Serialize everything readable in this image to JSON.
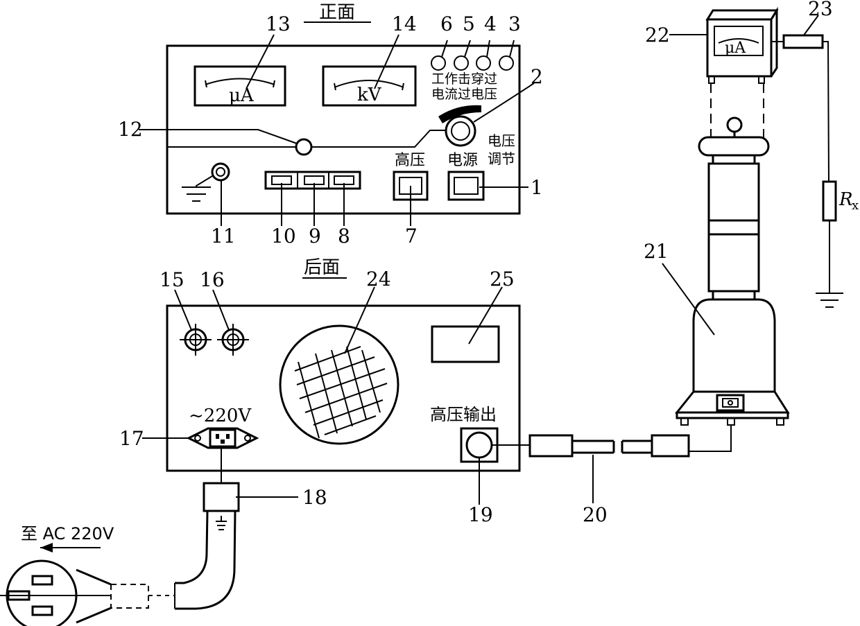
{
  "titles": {
    "front": "正面",
    "back": "后面"
  },
  "front_panel": {
    "meter_left_unit": "μA",
    "meter_right_unit": "kV",
    "indicator_labels_line1": "工作击穿过",
    "indicator_labels_line2": "电流过电压",
    "voltage_adjust_line1": "电压",
    "voltage_adjust_line2": "调节",
    "hv_button_label": "高压",
    "power_button_label": "电源"
  },
  "back_panel": {
    "voltage_label": "~220V",
    "hv_output_label": "高压输出"
  },
  "remote_meter_unit": "μA",
  "resistor_label": "R",
  "resistor_subscript": "x",
  "mains_label": "至 AC 220V",
  "callouts": {
    "c1": "1",
    "c2": "2",
    "c3": "3",
    "c4": "4",
    "c5": "5",
    "c6": "6",
    "c7": "7",
    "c8": "8",
    "c9": "9",
    "c10": "10",
    "c11": "11",
    "c12": "12",
    "c13": "13",
    "c14": "14",
    "c15": "15",
    "c16": "16",
    "c17": "17",
    "c18": "18",
    "c19": "19",
    "c20": "20",
    "c21": "21",
    "c22": "22",
    "c23": "23",
    "c24": "24",
    "c25": "25"
  }
}
